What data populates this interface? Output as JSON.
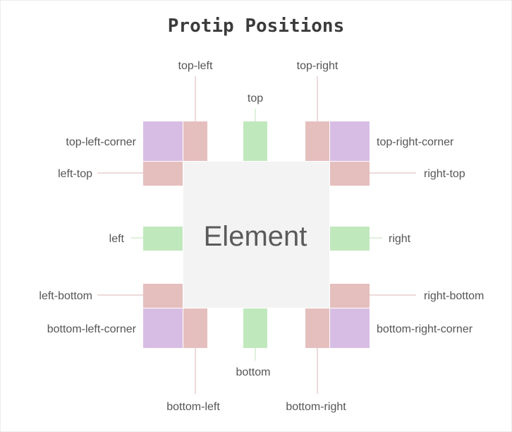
{
  "title": "Protip Positions",
  "element_label": "Element",
  "colors": {
    "side": "#c0e8bd",
    "edge": "#e5bfbd",
    "corner": "#d7bde4",
    "element": "#f3f3f3",
    "edge_line": "#dcb6b5",
    "side_line": "#bde3ba"
  },
  "positions": [
    {
      "id": "top-left",
      "label": "top-left"
    },
    {
      "id": "top",
      "label": "top"
    },
    {
      "id": "top-right",
      "label": "top-right"
    },
    {
      "id": "top-left-corner",
      "label": "top-left-corner"
    },
    {
      "id": "top-right-corner",
      "label": "top-right-corner"
    },
    {
      "id": "left-top",
      "label": "left-top"
    },
    {
      "id": "right-top",
      "label": "right-top"
    },
    {
      "id": "left",
      "label": "left"
    },
    {
      "id": "right",
      "label": "right"
    },
    {
      "id": "left-bottom",
      "label": "left-bottom"
    },
    {
      "id": "right-bottom",
      "label": "right-bottom"
    },
    {
      "id": "bottom-left-corner",
      "label": "bottom-left-corner"
    },
    {
      "id": "bottom-right-corner",
      "label": "bottom-right-corner"
    },
    {
      "id": "bottom",
      "label": "bottom"
    },
    {
      "id": "bottom-left",
      "label": "bottom-left"
    },
    {
      "id": "bottom-right",
      "label": "bottom-right"
    }
  ]
}
